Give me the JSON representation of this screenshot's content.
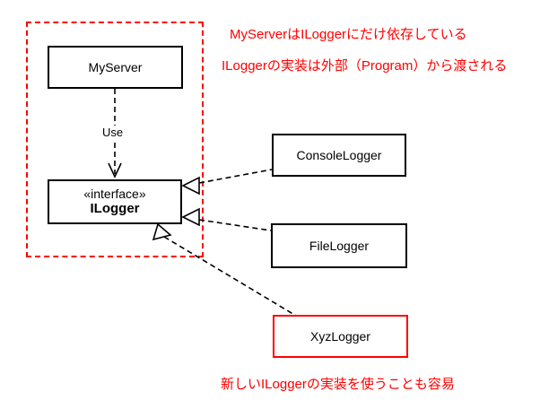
{
  "diagram": {
    "nodes": {
      "my_server": {
        "label": "MyServer"
      },
      "ilogger": {
        "stereotype": "«interface»",
        "name": "ILogger"
      },
      "console_logger": {
        "label": "ConsoleLogger"
      },
      "file_logger": {
        "label": "FileLogger"
      },
      "xyz_logger": {
        "label": "XyzLogger"
      }
    },
    "edges": {
      "use": {
        "label": "Use"
      }
    },
    "annotations": {
      "line1": "MyServerはILoggerにだけ依存している",
      "line2": "ILoggerの実装は外部（Program）から渡される",
      "line3": "新しいILoggerの実装を使うことも容易"
    },
    "colors": {
      "accent_red": "#ff0000",
      "line_black": "#000000"
    }
  }
}
